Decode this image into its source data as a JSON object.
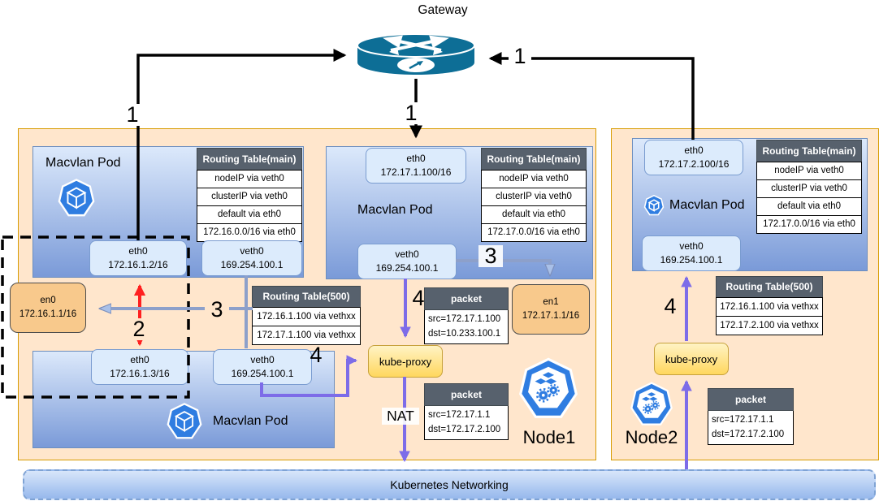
{
  "gateway_label": "Gateway",
  "steps": {
    "one": "1",
    "two": "2",
    "three": "3",
    "four": "4",
    "nat": "NAT"
  },
  "nodes": {
    "node1": {
      "label": "Node1"
    },
    "node2": {
      "label": "Node2"
    }
  },
  "pods": {
    "pod1": {
      "label": "Macvlan Pod",
      "eth0": {
        "name": "eth0",
        "ip": "172.16.1.2/16"
      },
      "veth0": {
        "name": "veth0",
        "ip": "169.254.100.1"
      }
    },
    "pod2": {
      "label": "Macvlan Pod",
      "eth0": {
        "name": "eth0",
        "ip": "172.16.1.3/16"
      },
      "veth0": {
        "name": "veth0",
        "ip": "169.254.100.1"
      }
    },
    "pod3": {
      "label": "Macvlan Pod",
      "eth0": {
        "name": "eth0",
        "ip": "172.17.1.100/16"
      },
      "veth0": {
        "name": "veth0",
        "ip": "169.254.100.1"
      }
    },
    "pod4": {
      "label": "Macvlan Pod",
      "eth0": {
        "name": "eth0",
        "ip": "172.17.2.100/16"
      },
      "veth0": {
        "name": "veth0",
        "ip": "169.254.100.1"
      }
    }
  },
  "host_interfaces": {
    "en0": {
      "name": "en0",
      "ip": "172.16.1.1/16"
    },
    "en1": {
      "name": "en1",
      "ip": "172.17.1.1/16"
    }
  },
  "routing_tables": {
    "main_node1_pod1": {
      "title": "Routing Table(main)",
      "rows": [
        "nodeIP via veth0",
        "clusterIP via veth0",
        "default via eth0",
        "172.16.0.0/16 via eth0"
      ]
    },
    "main_node1_pod3": {
      "title": "Routing Table(main)",
      "rows": [
        "nodeIP via veth0",
        "clusterIP via veth0",
        "default via eth0",
        "172.17.0.0/16 via eth0"
      ]
    },
    "main_node2_pod4": {
      "title": "Routing Table(main)",
      "rows": [
        "nodeIP via veth0",
        "clusterIP via veth0",
        "default via eth0",
        "172.17.0.0/16 via eth0"
      ]
    },
    "t500_node1": {
      "title": "Routing Table(500)",
      "rows": [
        "172.16.1.100 via vethxx",
        "172.17.1.100 via vethxx"
      ]
    },
    "t500_node2": {
      "title": "Routing Table(500)",
      "rows": [
        "172.16.1.100 via vethxx",
        "172.17.2.100 via vethxx"
      ]
    }
  },
  "packets": {
    "node1_out": {
      "title": "packet",
      "src": "src=172.17.1.100",
      "dst": "dst=10.233.100.1"
    },
    "node1_nat": {
      "title": "packet",
      "src": "src=172.17.1.1",
      "dst": "dst=172.17.2.100"
    },
    "node2_in": {
      "title": "packet",
      "src": "src=172.17.1.1",
      "dst": "dst=172.17.2.100"
    }
  },
  "kube_proxy_label": "kube-proxy",
  "bottom_bar": {
    "label": "Kubernetes Networking"
  },
  "colors": {
    "node_fill": "#ffe6cc",
    "node_border": "#d79b00",
    "pod_fill_top": "#dce9fb",
    "pod_fill_bottom": "#7a9ad8",
    "pod_border": "#6c8ebf",
    "table_header": "#57616d",
    "en_fill": "#f8c98c",
    "kube_proxy_fill": "#ffd75e",
    "router_teal": "#0d6e96",
    "arrow_black": "#000000",
    "arrow_red": "#ff2020",
    "arrow_purple": "#7d6ce8",
    "arrow_bluegray": "#8da0ca",
    "kubernetes_blue": "#2f7de1"
  }
}
